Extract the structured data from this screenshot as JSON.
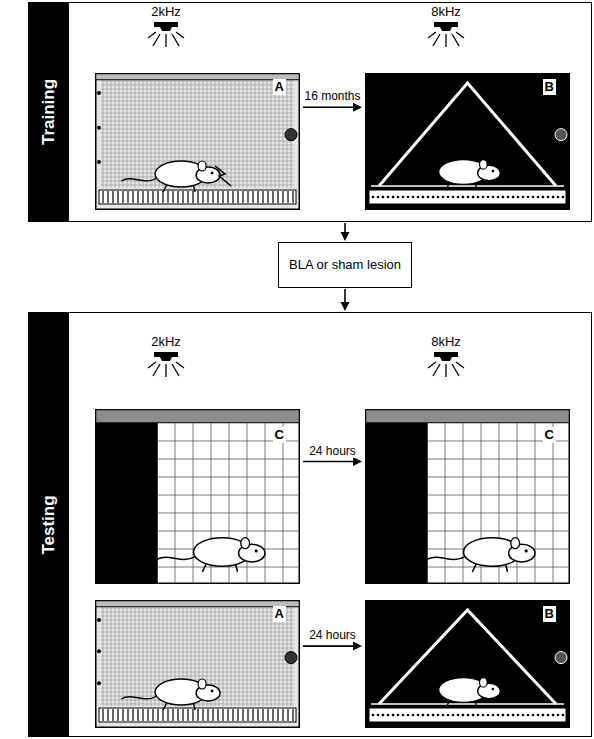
{
  "diagram": {
    "nodes": [
      {
        "text": [
          "Training"
        ]
      },
      {
        "text": [
          "A"
        ],
        "in": 0
      },
      {
        "text": [
          "B"
        ],
        "in": 0
      },
      {
        "text": [
          "BLA or sham lesion"
        ]
      },
      {
        "text": [
          "Testing"
        ]
      },
      {
        "text": [
          "C"
        ],
        "in": 4
      },
      {
        "text": [
          "C"
        ],
        "in": 4
      },
      {
        "text": [
          "A"
        ],
        "in": 4
      },
      {
        "text": [
          "B"
        ],
        "in": 4
      }
    ],
    "edges": [
      {
        "from": 1,
        "to": 2,
        "label": "16 months",
        "arrow": "to"
      },
      {
        "from": 0,
        "to": 3,
        "arrow": "to"
      },
      {
        "from": 3,
        "to": 4,
        "arrow": "to"
      },
      {
        "from": 5,
        "to": 6,
        "label": "24 hours",
        "arrow": "to"
      },
      {
        "from": 7,
        "to": 8,
        "label": "24 hours",
        "arrow": "to"
      }
    ],
    "labels": [
      "2kHz",
      "8kHz",
      "2kHz",
      "8kHz"
    ]
  }
}
